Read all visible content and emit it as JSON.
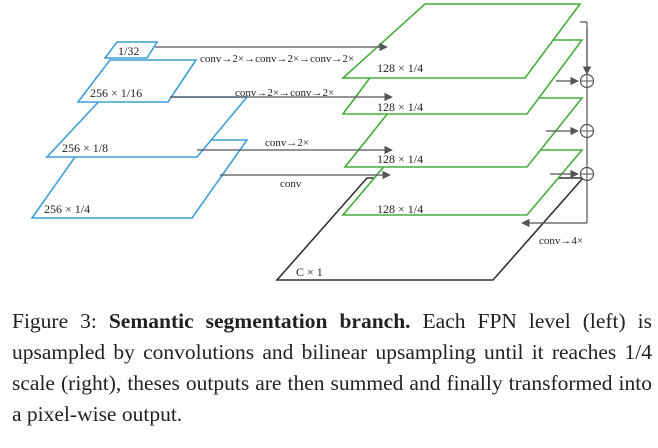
{
  "diagram": {
    "left_levels": [
      {
        "label": "1/32"
      },
      {
        "label": "256 × 1/16"
      },
      {
        "label": "256 × 1/8"
      },
      {
        "label": "256 × 1/4"
      }
    ],
    "right_levels": [
      {
        "label": "128 × 1/4"
      },
      {
        "label": "128 × 1/4"
      },
      {
        "label": "128 × 1/4"
      },
      {
        "label": "128 × 1/4"
      }
    ],
    "operations": [
      "conv→2×→conv→2×→conv→2×",
      "conv→2×→conv→2×",
      "conv→2×",
      "conv"
    ],
    "final_op": "conv→4×",
    "output_label": "C × 1",
    "colors": {
      "left": "#3ca0d6",
      "right": "#46ad3c",
      "output": "#333333",
      "arrow": "#555555"
    }
  },
  "caption": {
    "prefix": "Figure 3: ",
    "title": "Semantic segmentation branch.",
    "body": " Each FPN level (left) is upsampled by convolutions and bilinear upsampling until it reaches 1/4 scale (right), theses outputs are then summed and finally transformed into a pixel-wise output."
  }
}
